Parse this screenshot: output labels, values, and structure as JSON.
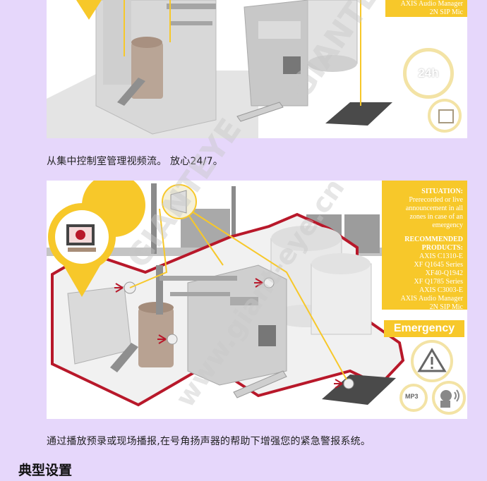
{
  "top_panel": {
    "products": [
      "AXIS Audio Manager",
      "2N SIP Mic"
    ],
    "badge": "24h"
  },
  "caption_top": "从集中控制室管理视频流。 放心24/7。",
  "bottom_panel": {
    "situation_heading": "SITUATION:",
    "situation_text": [
      "Prerecorded or live",
      "announcement in all",
      "zones in case of an",
      "emergency"
    ],
    "recommended_heading": [
      "RECOMMENDED",
      "PRODUCTS:"
    ],
    "products": [
      "AXIS C1310-E",
      "XF Q1645 Series",
      "XF40-Q1942",
      "XF Q1785 Series",
      "AXIS C3003-E",
      "AXIS Audio Manager",
      "2N SIP Mic"
    ],
    "emergency_label": "Emergency",
    "mp3_label": "MP3"
  },
  "caption_bottom": "通过播放预录或现场播报,在号角扬声器的帮助下增强您的紧急警报系统。",
  "section_heading": "典型设置",
  "watermark": "GIANTEYE",
  "watermark_url": "www.giant-eye.cn",
  "colors": {
    "page_bg": "#e6d7fb",
    "accent_yellow": "#f7c82a",
    "zone_red": "#b8182a",
    "building_gray": "#c9c9c9"
  }
}
